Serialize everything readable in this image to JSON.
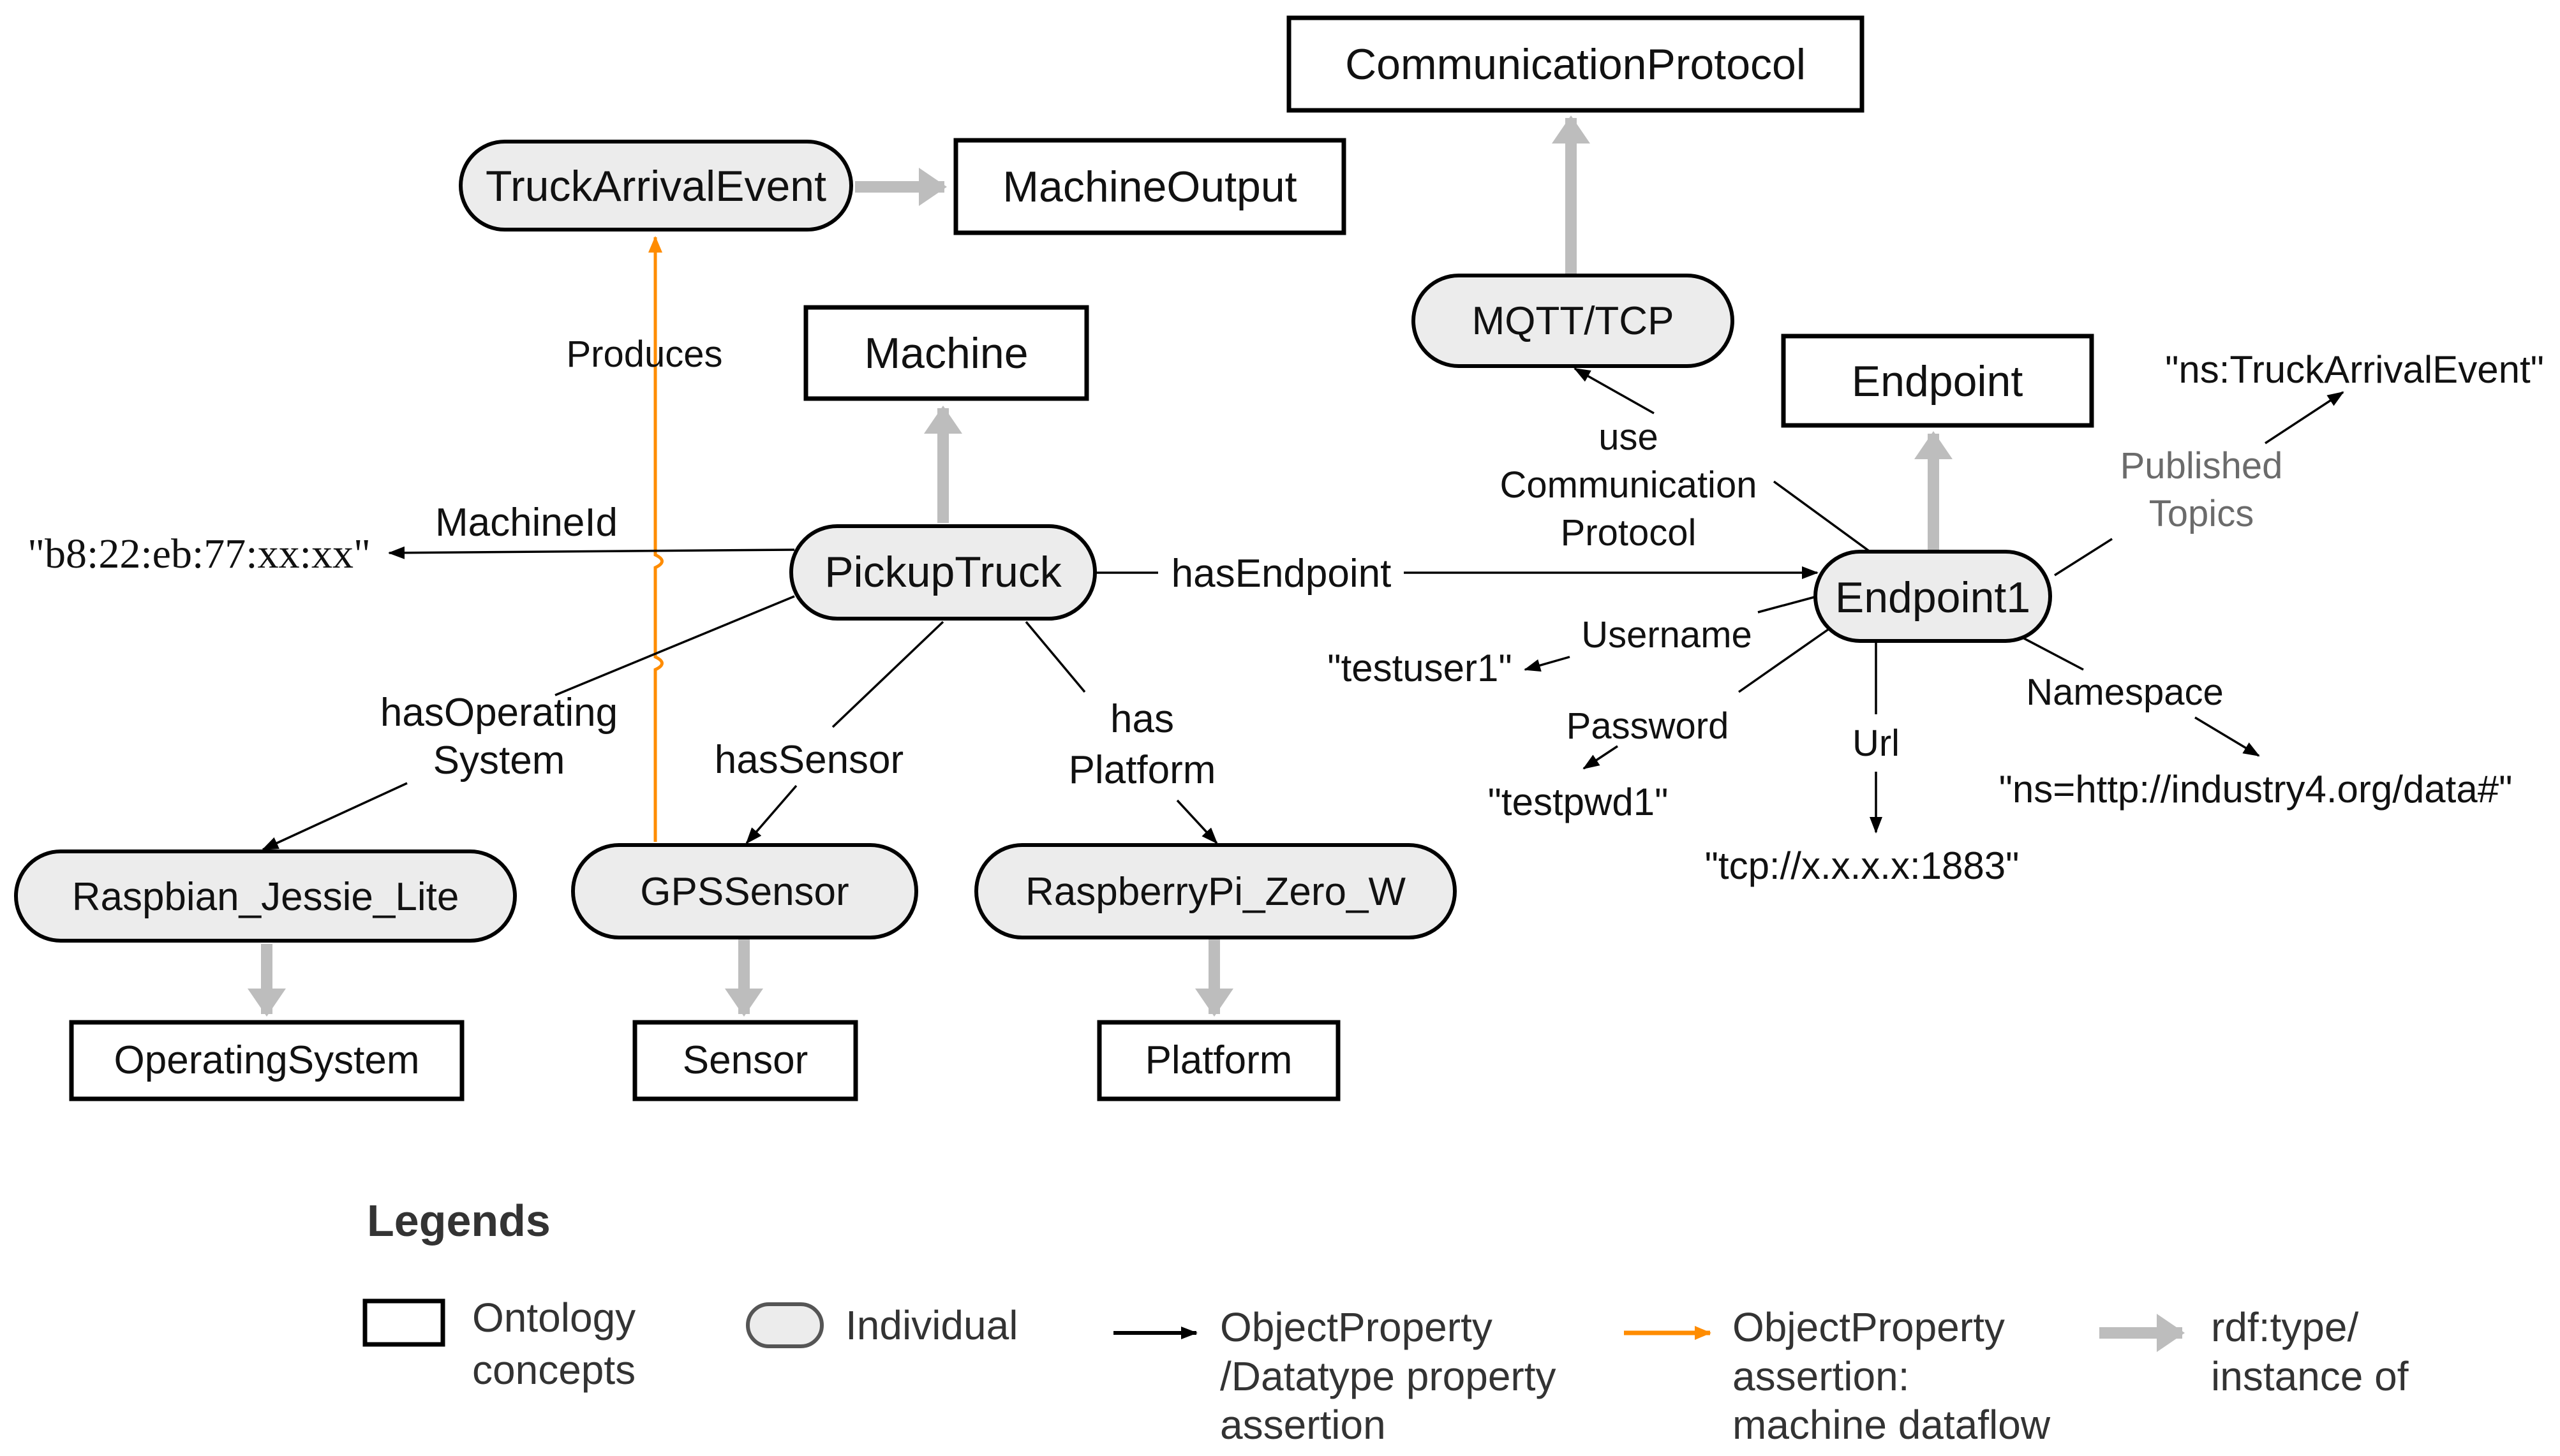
{
  "concepts": {
    "communication_protocol": "CommunicationProtocol",
    "machine_output": "MachineOutput",
    "machine": "Machine",
    "endpoint": "Endpoint",
    "operating_system": "OperatingSystem",
    "sensor": "Sensor",
    "platform": "Platform"
  },
  "individuals": {
    "truck_arrival_event": "TruckArrivalEvent",
    "mqtt_tcp": "MQTT/TCP",
    "pickup_truck": "PickupTruck",
    "endpoint1": "Endpoint1",
    "raspbian": "Raspbian_Jessie_Lite",
    "gps_sensor": "GPSSensor",
    "raspberry_pi": "RaspberryPi_Zero_W"
  },
  "edges": {
    "produces": "Produces",
    "machine_id": "MachineId",
    "has_endpoint": "hasEndpoint",
    "use_comm_1": "use",
    "use_comm_2": "Communication",
    "use_comm_3": "Protocol",
    "has_os_1": "hasOperating",
    "has_os_2": "System",
    "has_sensor": "hasSensor",
    "has_platform_1": "has",
    "has_platform_2": "Platform",
    "username": "Username",
    "password": "Password",
    "url": "Url",
    "namespace": "Namespace",
    "published_topics_1": "Published",
    "published_topics_2": "Topics"
  },
  "literals": {
    "machine_id_value": "\"b8:22:eb:77:xx:xx\"",
    "username_value": "\"testuser1\"",
    "password_value": "\"testpwd1\"",
    "url_value": "\"tcp://x.x.x.x:1883\"",
    "namespace_value": "\"ns=http://industry4.org/data#\"",
    "topic_value": "\"ns:TruckArrivalEvent\""
  },
  "legend": {
    "title": "Legends",
    "concepts_1": "Ontology",
    "concepts_2": "concepts",
    "individual": "Individual",
    "object_prop_1": "ObjectProperty",
    "object_prop_2": "/Datatype property",
    "object_prop_3": "assertion",
    "dataflow_1": "ObjectProperty",
    "dataflow_2": "assertion:",
    "dataflow_3": "machine dataflow",
    "rdf_type_1": "rdf:type/",
    "rdf_type_2": "instance of"
  },
  "colors": {
    "orange": "#ff8c00",
    "gray_arrow": "#bdbdbd",
    "individual_fill": "#ececec"
  }
}
